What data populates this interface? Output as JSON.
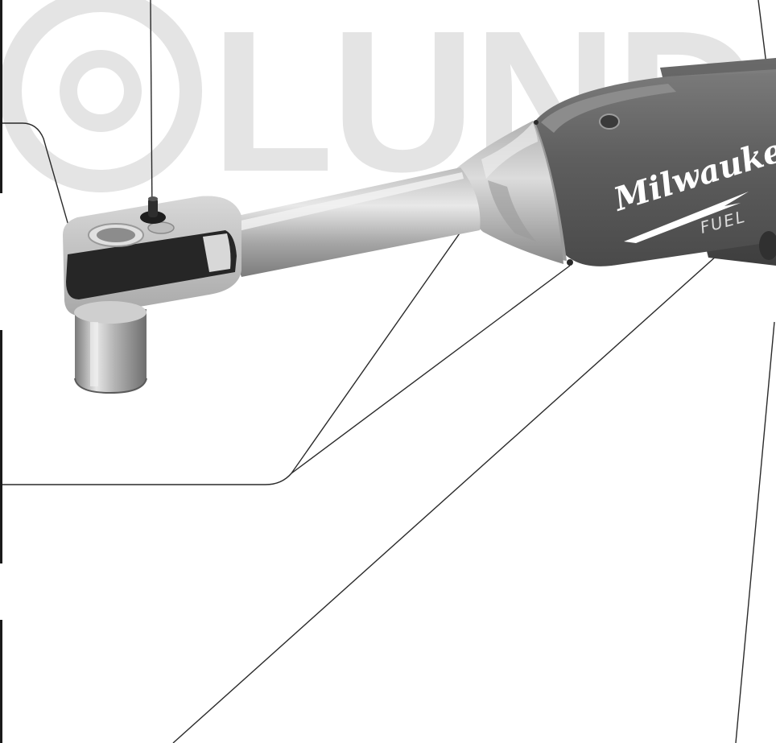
{
  "watermark": {
    "text": "LUNDA"
  },
  "tool": {
    "brand": "Milwaukee",
    "series": "FUEL"
  },
  "colors": {
    "watermark": "#e4e4e4",
    "body_dark": "#5a5a5a",
    "body_mid": "#8a8a8a",
    "body_light": "#c8c8c8",
    "callout_line": "#2a2a2a",
    "brand_text": "#ffffff"
  }
}
